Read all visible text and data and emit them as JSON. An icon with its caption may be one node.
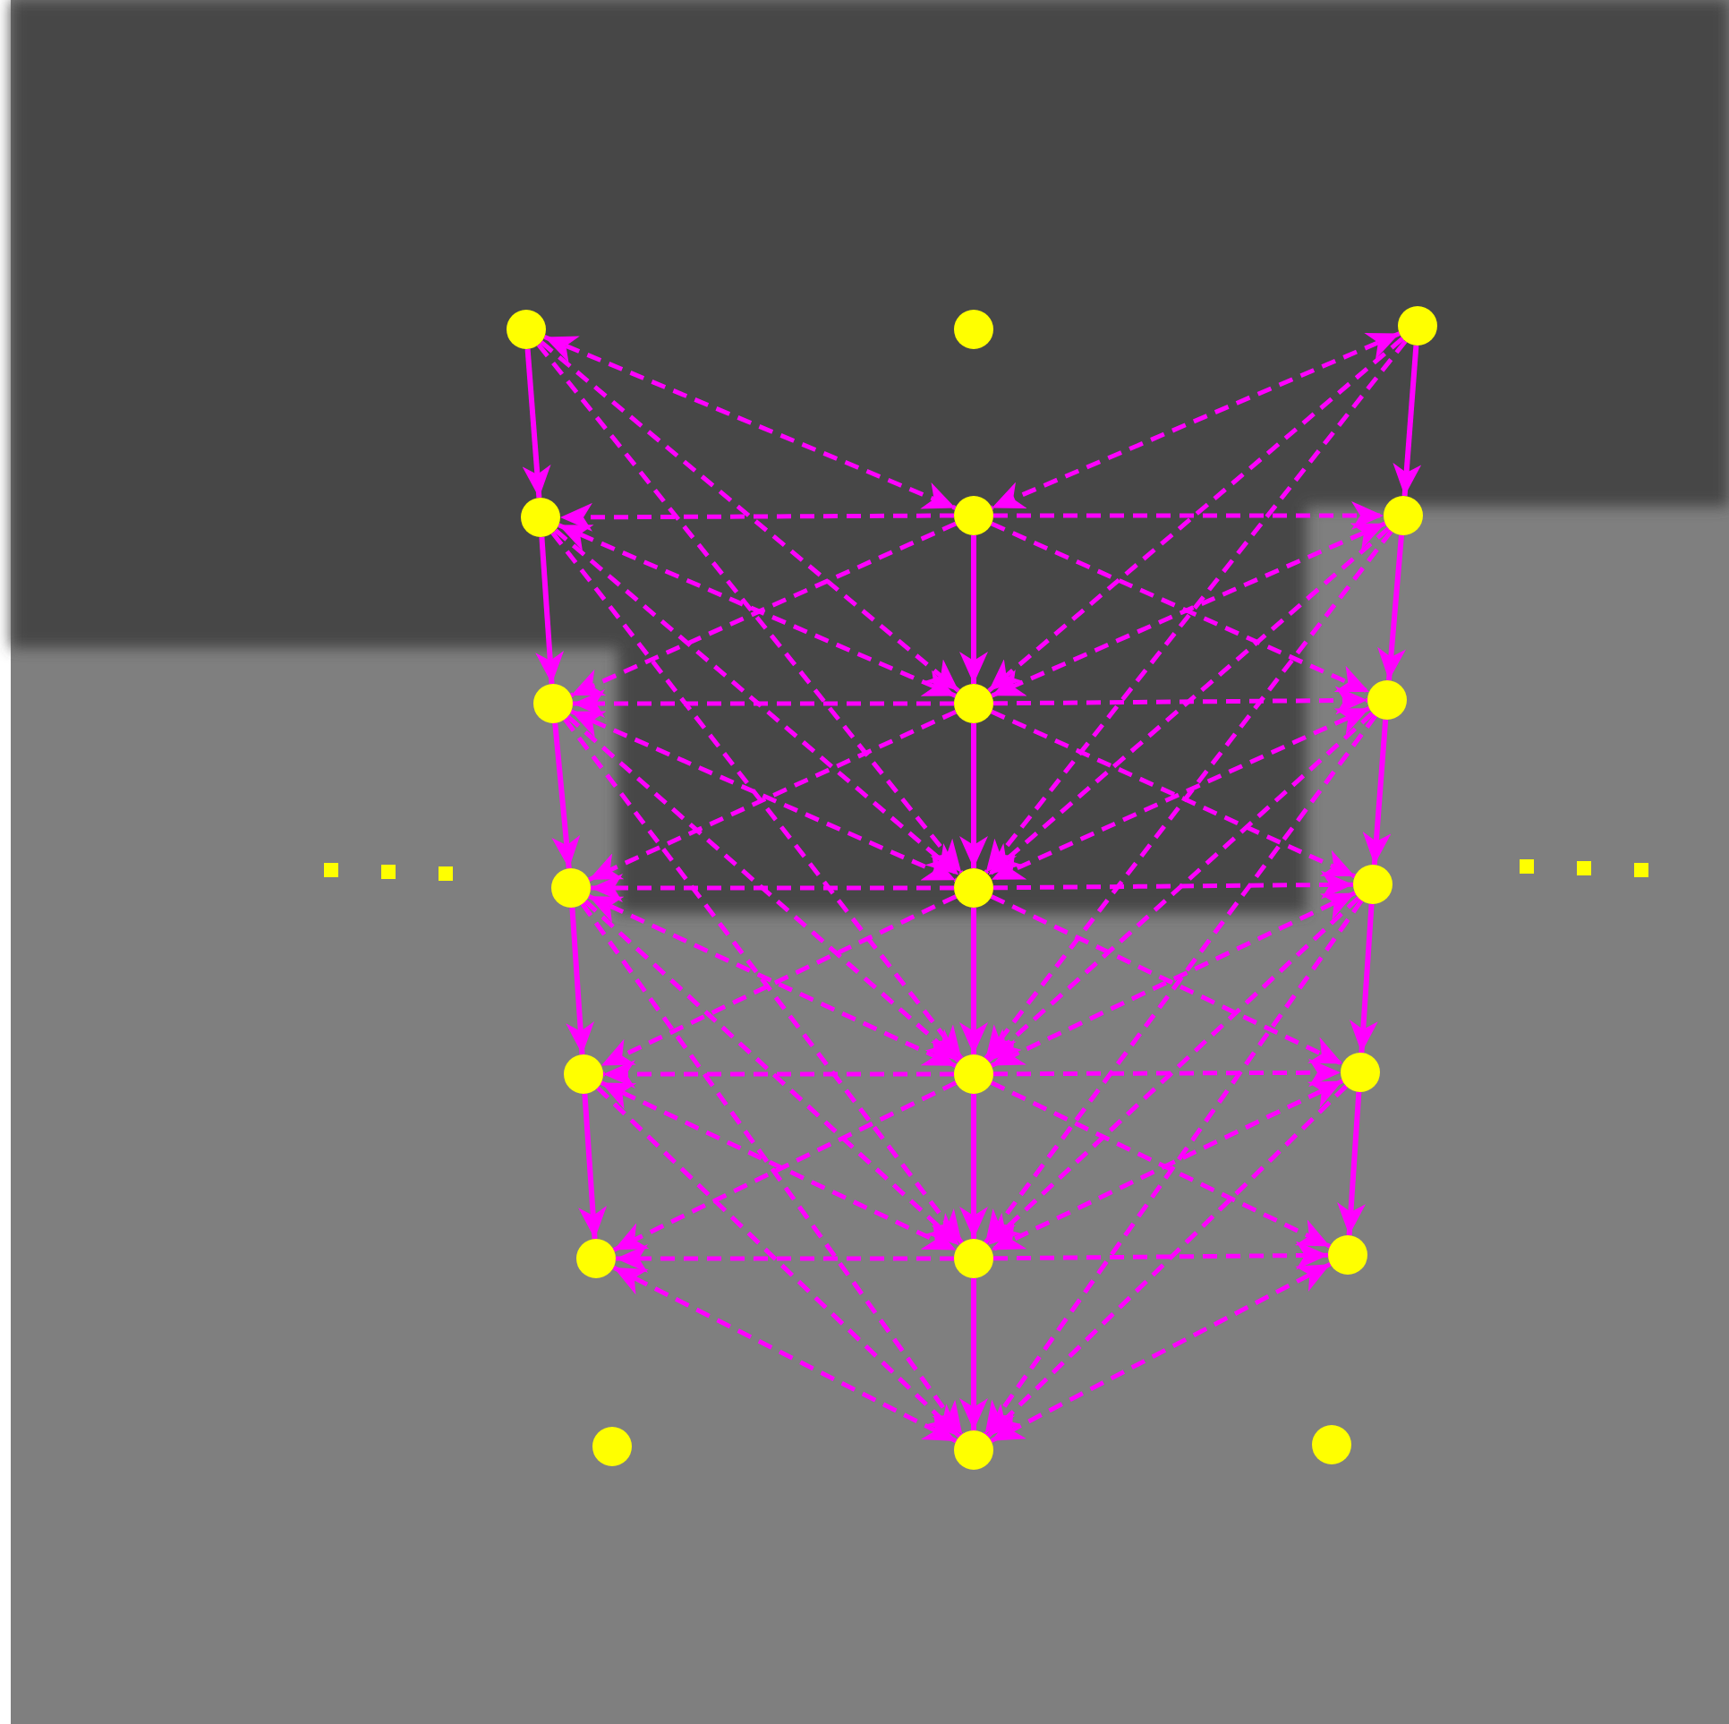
{
  "diagram": {
    "nodes": [
      {
        "text": [],
        "shape": "circle"
      },
      {
        "text": [],
        "shape": "circle"
      },
      {
        "text": [],
        "shape": "circle"
      },
      {
        "text": [],
        "shape": "circle"
      },
      {
        "text": [],
        "shape": "circle"
      },
      {
        "text": [],
        "shape": "circle"
      },
      {
        "text": [],
        "shape": "circle"
      },
      {
        "text": [],
        "shape": "circle"
      },
      {
        "text": [],
        "shape": "circle"
      },
      {
        "text": [],
        "shape": "circle"
      },
      {
        "text": [],
        "shape": "circle"
      },
      {
        "text": [],
        "shape": "circle"
      },
      {
        "text": [],
        "shape": "circle"
      },
      {
        "text": [],
        "shape": "circle"
      },
      {
        "text": [],
        "shape": "circle"
      },
      {
        "text": [],
        "shape": "circle"
      },
      {
        "text": [],
        "shape": "circle"
      },
      {
        "text": [],
        "shape": "circle"
      },
      {
        "text": [],
        "shape": "circle"
      },
      {
        "text": [],
        "shape": "circle"
      },
      {
        "text": [],
        "shape": "circle"
      }
    ],
    "edges": [
      {
        "from": 0,
        "to": 3,
        "arrow": "to"
      },
      {
        "from": 3,
        "to": 6,
        "arrow": "to"
      },
      {
        "from": 6,
        "to": 9,
        "arrow": "to"
      },
      {
        "from": 9,
        "to": 12,
        "arrow": "to"
      },
      {
        "from": 12,
        "to": 15,
        "arrow": "to"
      },
      {
        "from": 4,
        "to": 7,
        "arrow": "to"
      },
      {
        "from": 7,
        "to": 10,
        "arrow": "to"
      },
      {
        "from": 10,
        "to": 13,
        "arrow": "to"
      },
      {
        "from": 13,
        "to": 16,
        "arrow": "to"
      },
      {
        "from": 16,
        "to": 19,
        "arrow": "to"
      },
      {
        "from": 2,
        "to": 5,
        "arrow": "to"
      },
      {
        "from": 5,
        "to": 8,
        "arrow": "to"
      },
      {
        "from": 8,
        "to": 11,
        "arrow": "to"
      },
      {
        "from": 11,
        "to": 14,
        "arrow": "to"
      },
      {
        "from": 14,
        "to": 17,
        "arrow": "to"
      },
      {
        "from": 0,
        "to": 4,
        "arrow": "both",
        "style": "dashed"
      },
      {
        "from": 0,
        "to": 7,
        "arrow": "to",
        "style": "dashed"
      },
      {
        "from": 0,
        "to": 10,
        "arrow": "to",
        "style": "dashed"
      },
      {
        "from": 3,
        "to": 7,
        "arrow": "both",
        "style": "dashed"
      },
      {
        "from": 3,
        "to": 10,
        "arrow": "to",
        "style": "dashed"
      },
      {
        "from": 3,
        "to": 13,
        "arrow": "to",
        "style": "dashed"
      },
      {
        "from": 6,
        "to": 10,
        "arrow": "both",
        "style": "dashed"
      },
      {
        "from": 6,
        "to": 13,
        "arrow": "to",
        "style": "dashed"
      },
      {
        "from": 6,
        "to": 16,
        "arrow": "to",
        "style": "dashed"
      },
      {
        "from": 9,
        "to": 13,
        "arrow": "both",
        "style": "dashed"
      },
      {
        "from": 9,
        "to": 16,
        "arrow": "to",
        "style": "dashed"
      },
      {
        "from": 9,
        "to": 19,
        "arrow": "to",
        "style": "dashed"
      },
      {
        "from": 12,
        "to": 16,
        "arrow": "both",
        "style": "dashed"
      },
      {
        "from": 12,
        "to": 19,
        "arrow": "to",
        "style": "dashed"
      },
      {
        "from": 15,
        "to": 19,
        "arrow": "both",
        "style": "dashed"
      },
      {
        "from": 4,
        "to": 3,
        "arrow": "to",
        "style": "dashed"
      },
      {
        "from": 4,
        "to": 6,
        "arrow": "to",
        "style": "dashed"
      },
      {
        "from": 7,
        "to": 6,
        "arrow": "to",
        "style": "dashed"
      },
      {
        "from": 7,
        "to": 9,
        "arrow": "to",
        "style": "dashed"
      },
      {
        "from": 10,
        "to": 9,
        "arrow": "to",
        "style": "dashed"
      },
      {
        "from": 10,
        "to": 12,
        "arrow": "to",
        "style": "dashed"
      },
      {
        "from": 13,
        "to": 12,
        "arrow": "to",
        "style": "dashed"
      },
      {
        "from": 13,
        "to": 15,
        "arrow": "to",
        "style": "dashed"
      },
      {
        "from": 16,
        "to": 15,
        "arrow": "to",
        "style": "dashed"
      },
      {
        "from": 2,
        "to": 4,
        "arrow": "both",
        "style": "dashed"
      },
      {
        "from": 2,
        "to": 7,
        "arrow": "to",
        "style": "dashed"
      },
      {
        "from": 2,
        "to": 10,
        "arrow": "to",
        "style": "dashed"
      },
      {
        "from": 5,
        "to": 7,
        "arrow": "both",
        "style": "dashed"
      },
      {
        "from": 5,
        "to": 10,
        "arrow": "to",
        "style": "dashed"
      },
      {
        "from": 5,
        "to": 13,
        "arrow": "to",
        "style": "dashed"
      },
      {
        "from": 8,
        "to": 10,
        "arrow": "both",
        "style": "dashed"
      },
      {
        "from": 8,
        "to": 13,
        "arrow": "to",
        "style": "dashed"
      },
      {
        "from": 8,
        "to": 16,
        "arrow": "to",
        "style": "dashed"
      },
      {
        "from": 11,
        "to": 13,
        "arrow": "both",
        "style": "dashed"
      },
      {
        "from": 11,
        "to": 16,
        "arrow": "to",
        "style": "dashed"
      },
      {
        "from": 11,
        "to": 19,
        "arrow": "to",
        "style": "dashed"
      },
      {
        "from": 14,
        "to": 16,
        "arrow": "both",
        "style": "dashed"
      },
      {
        "from": 14,
        "to": 19,
        "arrow": "to",
        "style": "dashed"
      },
      {
        "from": 17,
        "to": 19,
        "arrow": "both",
        "style": "dashed"
      },
      {
        "from": 4,
        "to": 5,
        "arrow": "to",
        "style": "dashed"
      },
      {
        "from": 4,
        "to": 8,
        "arrow": "to",
        "style": "dashed"
      },
      {
        "from": 7,
        "to": 8,
        "arrow": "to",
        "style": "dashed"
      },
      {
        "from": 7,
        "to": 11,
        "arrow": "to",
        "style": "dashed"
      },
      {
        "from": 10,
        "to": 11,
        "arrow": "to",
        "style": "dashed"
      },
      {
        "from": 10,
        "to": 14,
        "arrow": "to",
        "style": "dashed"
      },
      {
        "from": 13,
        "to": 14,
        "arrow": "to",
        "style": "dashed"
      },
      {
        "from": 13,
        "to": 17,
        "arrow": "to",
        "style": "dashed"
      },
      {
        "from": 16,
        "to": 17,
        "arrow": "to",
        "style": "dashed"
      }
    ]
  }
}
